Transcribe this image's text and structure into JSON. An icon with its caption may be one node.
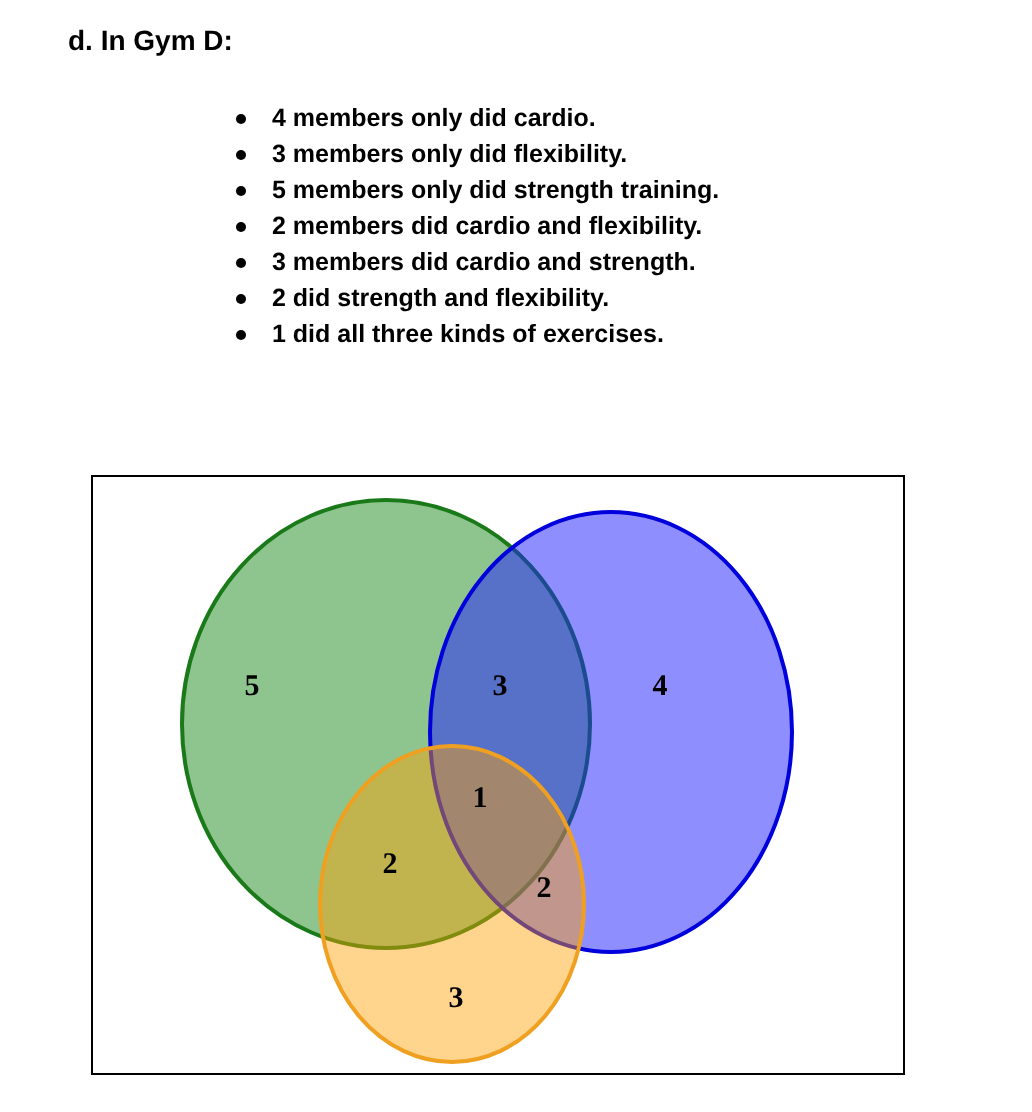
{
  "diagram": {
    "title": "d. In Gym D:",
    "nodes": [
      {
        "text": [],
        "shape": "box"
      },
      {
        "text": [],
        "shape": "circle",
        "in": 0
      },
      {
        "text": [],
        "shape": "circle",
        "in": 0
      },
      {
        "text": [],
        "shape": "circle",
        "in": 0
      }
    ],
    "labels": [
      "4 members only did cardio.",
      "3 members only did flexibility.",
      "5 members only did strength training.",
      "2 members did cardio and flexibility.",
      "3 members did cardio and strength.",
      "2 did strength and flexibility.",
      "1 did all three kinds of exercises.",
      "5",
      "3",
      "4",
      "1",
      "2",
      "2",
      "3"
    ]
  }
}
